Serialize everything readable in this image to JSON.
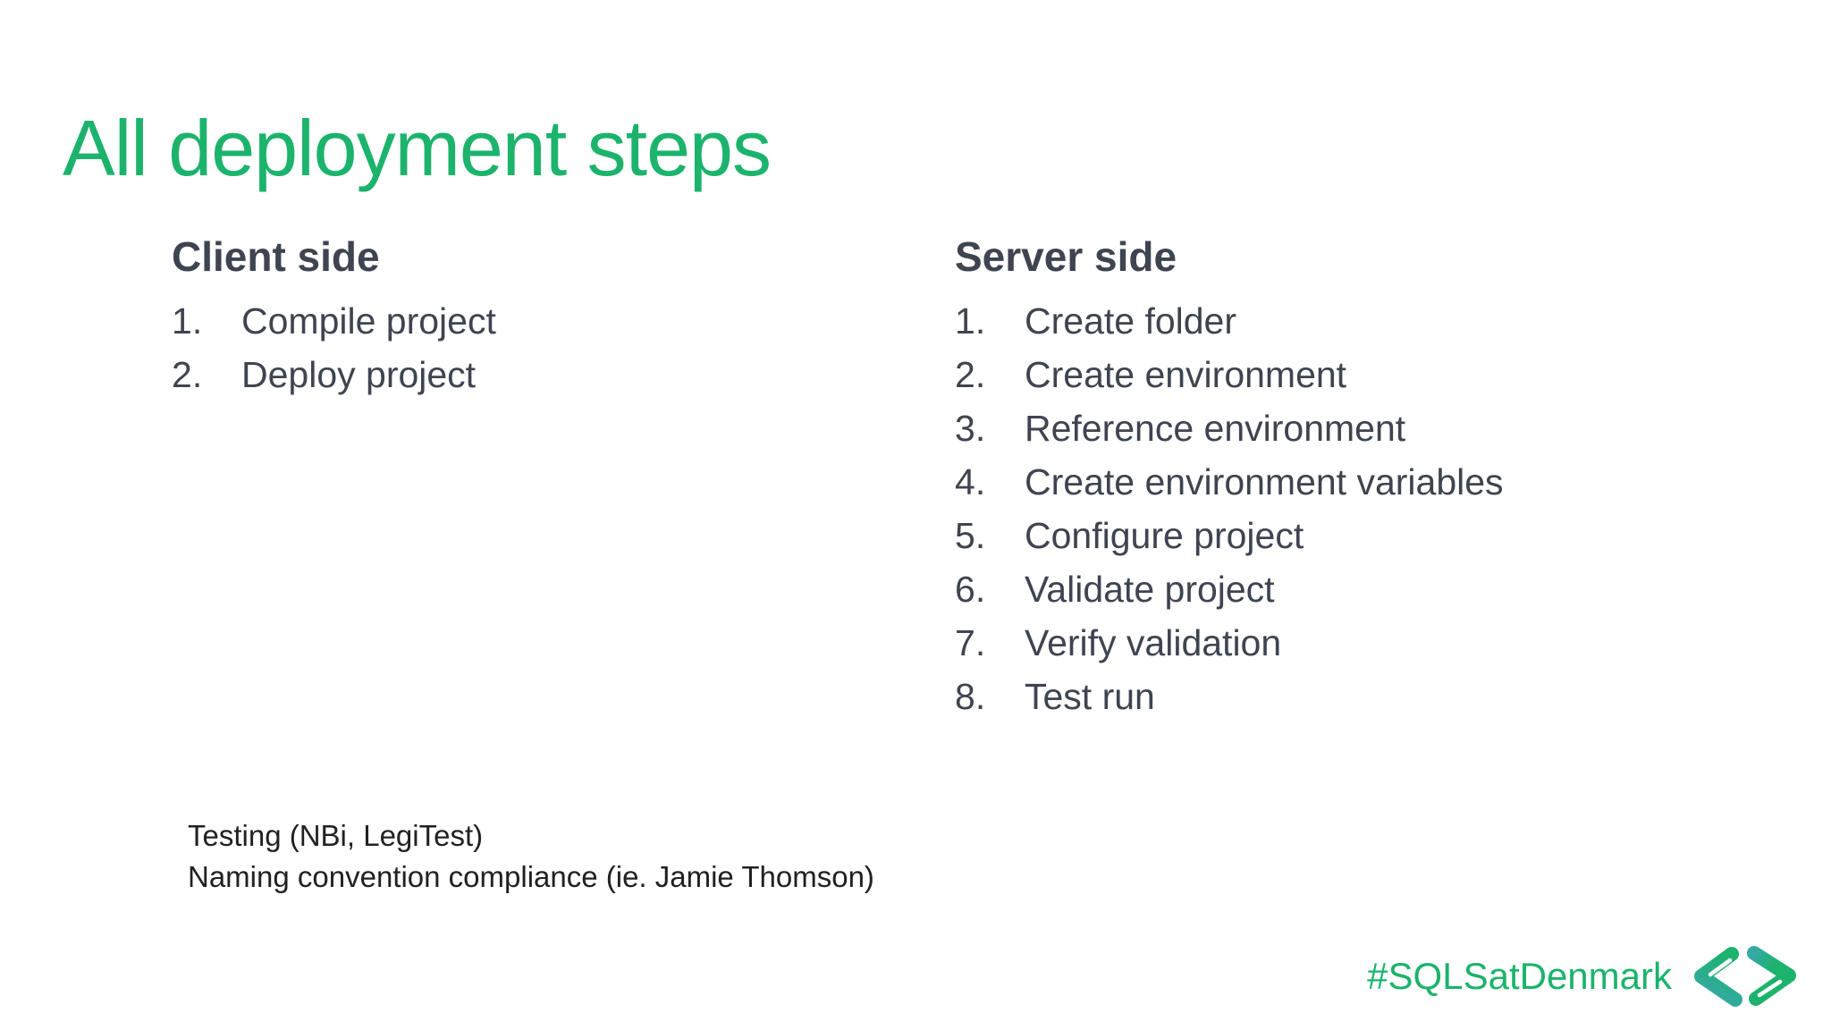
{
  "slide": {
    "title": "All deployment steps",
    "client": {
      "heading": "Client side",
      "items": [
        "Compile project",
        "Deploy project"
      ]
    },
    "server": {
      "heading": "Server side",
      "items": [
        "Create folder",
        "Create environment",
        "Reference environment",
        "Create environment variables",
        "Configure project",
        "Validate project",
        "Verify validation",
        "Test run"
      ]
    },
    "footer": {
      "lines": [
        "Testing (NBi, LegiTest)",
        "Naming convention compliance (ie. Jamie Thomson)"
      ]
    },
    "brand": {
      "hashtag": "#SQLSatDenmark",
      "logo_icon": "code-chevrons-logo"
    },
    "colors": {
      "accent_green": "#1cb36c",
      "logo_teal": "#35a9a5",
      "heading_text": "#3e4450",
      "body_text": "#3e4450",
      "footer_text": "#212121",
      "background": "#ffffff"
    }
  }
}
